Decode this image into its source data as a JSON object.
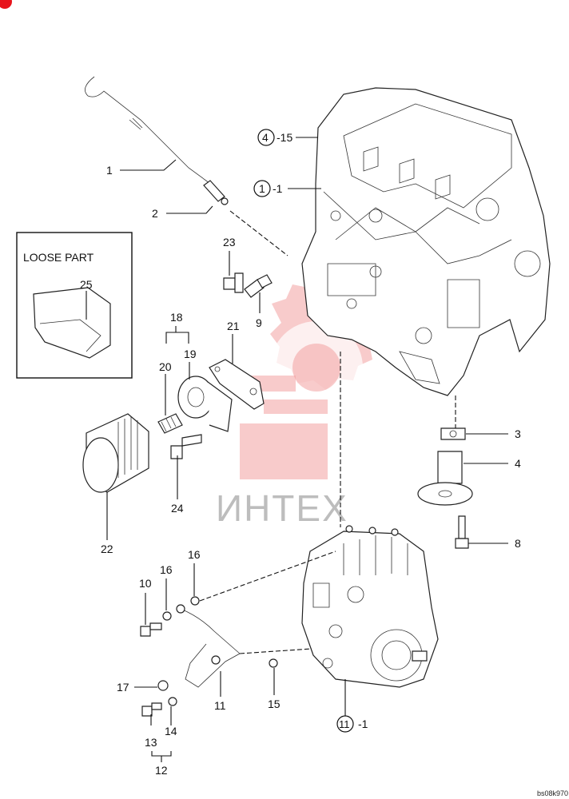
{
  "diagram": {
    "loose_part_title": "LOOSE PART",
    "watermark_text": "ИНТЕХ",
    "figure_code": "bs08k970",
    "corner_badge_color": "#e8141c",
    "watermark_color": "#f2a0a0",
    "callouts": {
      "c1": "1",
      "c2": "2",
      "c3": "3",
      "c4": "4",
      "c8": "8",
      "c9": "9",
      "c10": "10",
      "c11": "11",
      "c12": "12",
      "c13": "13",
      "c14": "14",
      "c15": "15",
      "c16a": "16",
      "c16b": "16",
      "c17": "17",
      "c18": "18",
      "c19": "19",
      "c20": "20",
      "c21": "21",
      "c22": "22",
      "c23": "23",
      "c24": "24",
      "c25": "25"
    },
    "refs": {
      "r1_num": "1",
      "r1_suffix": "-1",
      "r4_num": "4",
      "r4_suffix": "-15",
      "r11_num": "11",
      "r11_suffix": "-1"
    }
  }
}
